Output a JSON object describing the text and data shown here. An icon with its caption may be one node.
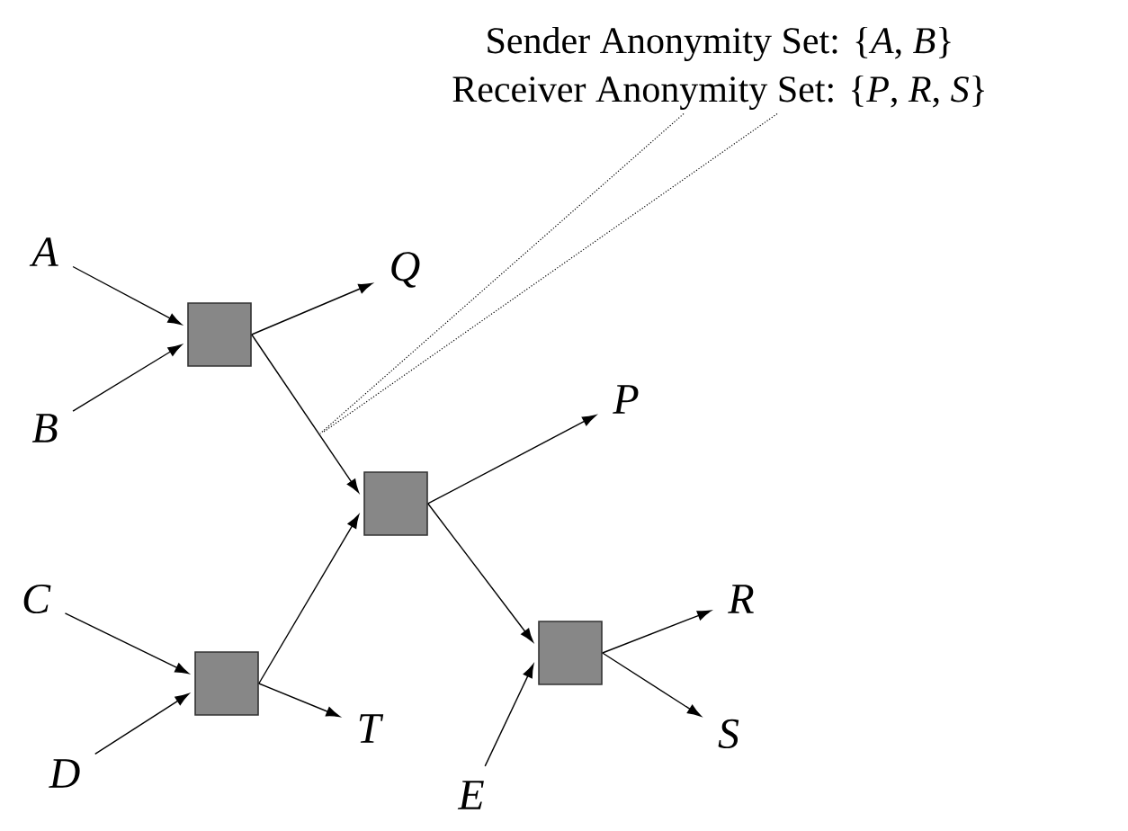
{
  "diagram": {
    "nodes": [
      {
        "text": [
          "Sender Anonymity Set: {*A*, *B*}",
          "Receiver Anonymity Set: {*P*, *R*, *S*}"
        ]
      },
      {
        "text": [
          "A"
        ]
      },
      {
        "text": [
          "B"
        ]
      },
      {
        "text": [],
        "shape": "box"
      },
      {
        "text": [
          "Q"
        ]
      },
      {
        "text": [],
        "shape": "box"
      },
      {
        "text": [
          "P"
        ]
      },
      {
        "text": [
          "C"
        ]
      },
      {
        "text": [
          "D"
        ]
      },
      {
        "text": [],
        "shape": "box"
      },
      {
        "text": [
          "T"
        ]
      },
      {
        "text": [],
        "shape": "box"
      },
      {
        "text": [
          "R"
        ]
      },
      {
        "text": [
          "S"
        ]
      },
      {
        "text": [
          "E"
        ]
      }
    ],
    "edges": [
      {
        "from": 1,
        "to": 3,
        "arrow": "to"
      },
      {
        "from": 2,
        "to": 3,
        "arrow": "to"
      },
      {
        "from": 3,
        "to": 4,
        "arrow": "to"
      },
      {
        "from": 3,
        "to": 5,
        "arrow": "to"
      },
      {
        "from": 5,
        "to": 6,
        "arrow": "to"
      },
      {
        "from": 7,
        "to": 9,
        "arrow": "to"
      },
      {
        "from": 8,
        "to": 9,
        "arrow": "to"
      },
      {
        "from": 9,
        "to": 5,
        "arrow": "to"
      },
      {
        "from": 9,
        "to": 10,
        "arrow": "to"
      },
      {
        "from": 5,
        "to": 11,
        "arrow": "to"
      },
      {
        "from": 14,
        "to": 11,
        "arrow": "to"
      },
      {
        "from": 11,
        "to": 12,
        "arrow": "to"
      },
      {
        "from": 11,
        "to": 13,
        "arrow": "to"
      },
      {
        "from": 0,
        "to": null,
        "arrow": "none",
        "style": "dashed"
      },
      {
        "from": 0,
        "to": null,
        "arrow": "none",
        "style": "dashed"
      }
    ]
  }
}
